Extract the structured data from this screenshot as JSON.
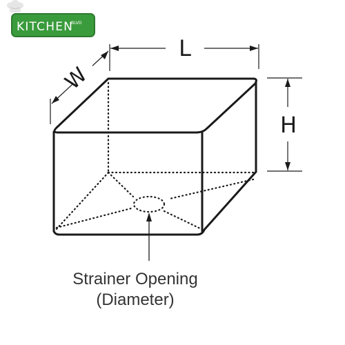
{
  "logo": {
    "name": "KITCHEN",
    "suffix": "BLVD",
    "icon": "chef-hat-icon",
    "colors": {
      "badge": "#3a9b3c",
      "badge_border": "#2d7a2f",
      "text": "#ffffff",
      "hat": "#e6e6e6"
    }
  },
  "diagram": {
    "dimensions": {
      "length": "L",
      "width": "W",
      "height": "H"
    },
    "caption": {
      "line1": "Strainer Opening",
      "line2": "(Diameter)"
    },
    "colors": {
      "ink": "#1a1a1a",
      "caption": "#333333"
    }
  }
}
